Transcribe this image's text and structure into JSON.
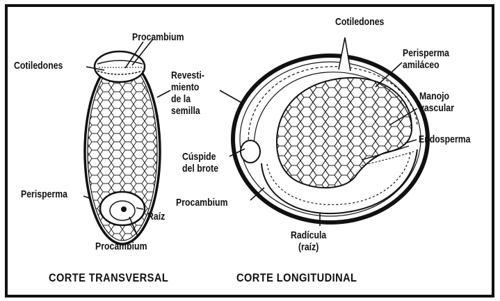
{
  "labels": {
    "procambium_top": "Procambium",
    "cotiledones_left": "Cotiledones",
    "revestimiento": "Revesti-\nmiento\nde la\nsemilla",
    "perisperma_left": "Perisperma",
    "raiz": "Raíz",
    "procambium_bottom": "Procambium",
    "cotiledones_right": "Cotiledones",
    "perisperma_amilaceo": "Perisperma\namiláceo",
    "manojo_vascular": "Manojo\nvascular",
    "endosperma": "Endosperma",
    "cuspide_brote": "Cúspide\ndel brote",
    "procambium_mid": "Procambium",
    "radicula": "Radícula\n(raíz)"
  },
  "titles": {
    "transversal": "CORTE TRANSVERSAL",
    "longitudinal": "CORTE LONGITUDINAL"
  },
  "colors": {
    "ink": "#111111",
    "paper": "#ffffff",
    "frame": "#111111"
  }
}
